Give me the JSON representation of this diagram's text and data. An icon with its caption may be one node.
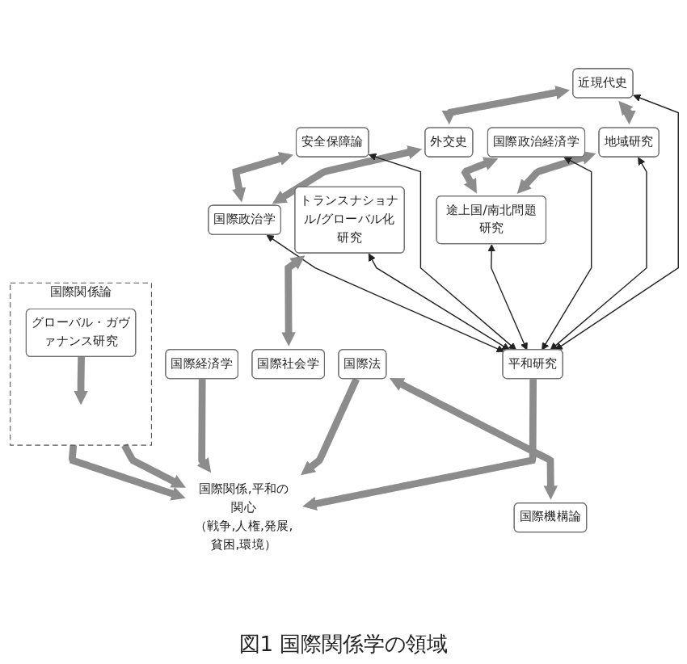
{
  "diagram": {
    "caption": "図1 国際関係学の領域",
    "nodes": [
      {
        "text": [
          "国際関係論"
        ]
      },
      {
        "text": [
          "近現代史"
        ]
      },
      {
        "text": [
          "地域研究"
        ]
      },
      {
        "text": [
          "グローバル・ガヴァナンス研究"
        ],
        "in": 0
      },
      {
        "text": [
          "外交史"
        ]
      },
      {
        "text": [
          "国際政治経済学"
        ]
      },
      {
        "text": [
          "途上国/南北問題研究"
        ]
      },
      {
        "text": [
          "安全保障論"
        ]
      },
      {
        "text": [
          "トランスナショナル/グローバル化研究"
        ]
      },
      {
        "text": [
          "国際政治学"
        ]
      },
      {
        "text": [
          "国際機構論"
        ]
      },
      {
        "text": [
          "平和研究"
        ]
      },
      {
        "text": [
          "国際社会学"
        ]
      },
      {
        "text": [
          "国際法"
        ]
      },
      {
        "text": [
          "国際関係,平和の関心",
          "（戦争,人権,発展,貧困,環境）"
        ]
      },
      {
        "text": [
          "国際経済学"
        ]
      }
    ],
    "edges": [
      {
        "from": 1,
        "to": 2,
        "arrow": "both"
      },
      {
        "from": 1,
        "to": 4,
        "arrow": "both"
      },
      {
        "from": 3,
        "to": null,
        "arrow": "to"
      },
      {
        "from": 2,
        "to": 6,
        "arrow": "both"
      },
      {
        "from": 5,
        "to": 6,
        "arrow": "both"
      },
      {
        "from": 4,
        "to": 9,
        "arrow": "both"
      },
      {
        "from": 7,
        "to": 9,
        "arrow": "both"
      },
      {
        "from": 1,
        "to": 11,
        "arrow": "both",
        "color": "#222222"
      },
      {
        "from": 2,
        "to": 11,
        "arrow": "both",
        "color": "#222222"
      },
      {
        "from": 5,
        "to": 11,
        "arrow": "both",
        "color": "#222222"
      },
      {
        "from": 6,
        "to": 11,
        "arrow": "both",
        "color": "#222222"
      },
      {
        "from": 7,
        "to": 11,
        "arrow": "both",
        "color": "#222222"
      },
      {
        "from": 8,
        "to": 11,
        "arrow": "both",
        "color": "#222222"
      },
      {
        "from": 9,
        "to": 11,
        "arrow": "both",
        "color": "#222222"
      },
      {
        "from": 8,
        "to": 12,
        "arrow": "both"
      },
      {
        "from": 13,
        "to": 10,
        "arrow": "both"
      },
      {
        "from": 0,
        "to": 14,
        "arrow": "to"
      },
      {
        "from": 11,
        "to": 14,
        "arrow": "to"
      },
      {
        "from": 0,
        "to": 14,
        "arrow": "to"
      },
      {
        "from": 13,
        "to": 14,
        "arrow": "to"
      },
      {
        "from": 15,
        "to": 14,
        "arrow": "to"
      }
    ]
  }
}
